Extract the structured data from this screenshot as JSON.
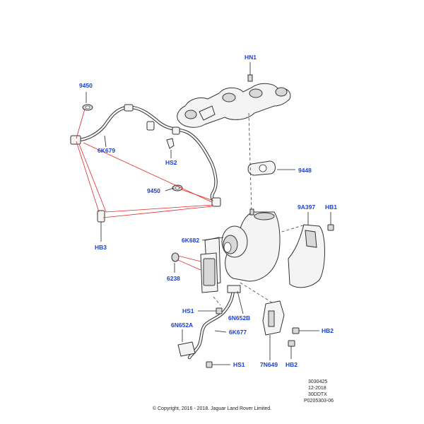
{
  "callouts": {
    "hn1": "HN1",
    "p9450_top": "9450",
    "p6k679": "6K679",
    "hs2": "HS2",
    "p9448": "9448",
    "p9450_mid": "9450",
    "p9a397": "9A397",
    "hb1": "HB1",
    "hb3": "HB3",
    "p6k682": "6K682",
    "p6238": "6238",
    "hs1_top": "HS1",
    "p6n652b": "6N652B",
    "p6n652a": "6N652A",
    "p6k677": "6K677",
    "hb2_right": "HB2",
    "hs1_bottom": "HS1",
    "p7n649": "7N649",
    "hb2_bottom": "HB2"
  },
  "reference": {
    "code": "3030425",
    "date": "12-2018",
    "engine": "30DDTX",
    "illustration": "P0205303-06"
  },
  "copyright": "© Copyright, 2016 - 2018. Jaguar Land Rover Limited.",
  "colors": {
    "callout": "#1a3fd6",
    "highlight_lines": "#e32626"
  }
}
